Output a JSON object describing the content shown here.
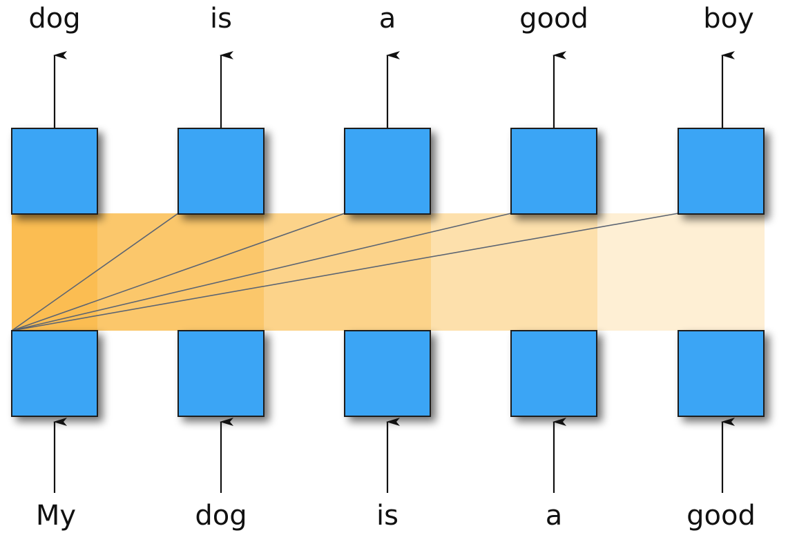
{
  "output_tokens": [
    "dog",
    "is",
    "a",
    "good",
    "boy"
  ],
  "input_tokens": [
    "My",
    "dog",
    "is",
    "a",
    "good"
  ],
  "colors": {
    "cell_fill": "#3BA5F5",
    "cell_stroke": "#1a1a1a",
    "attention_band": "#FBB43A",
    "attention_line": "#5b6472",
    "arrow": "#111111",
    "text": "#111111"
  }
}
